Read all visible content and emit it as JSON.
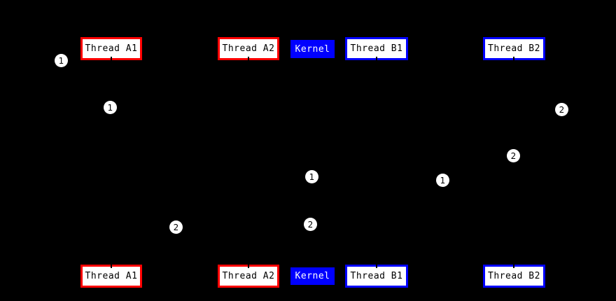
{
  "diagram": {
    "type": "sequence-diagram",
    "background_color": "#000000",
    "colors": {
      "thread_a_border": "#ff0000",
      "thread_b_border": "#0000ff",
      "kernel_fill": "#0000ff",
      "kernel_text": "#ffffff",
      "participant_fill": "#ffffff",
      "participant_text": "#000000",
      "marker_fill": "#ffffff",
      "marker_text": "#000000",
      "lifeline": "#000000"
    },
    "participants": [
      {
        "label": "Thread A1"
      },
      {
        "label": "Thread A2"
      },
      {
        "label": "Kernel"
      },
      {
        "label": "Thread B1"
      },
      {
        "label": "Thread B2"
      }
    ],
    "markers": [
      {
        "number": "1"
      },
      {
        "number": "1"
      },
      {
        "number": "2"
      },
      {
        "number": "2"
      },
      {
        "number": "1"
      },
      {
        "number": "1"
      },
      {
        "number": "2"
      },
      {
        "number": "2"
      }
    ]
  }
}
